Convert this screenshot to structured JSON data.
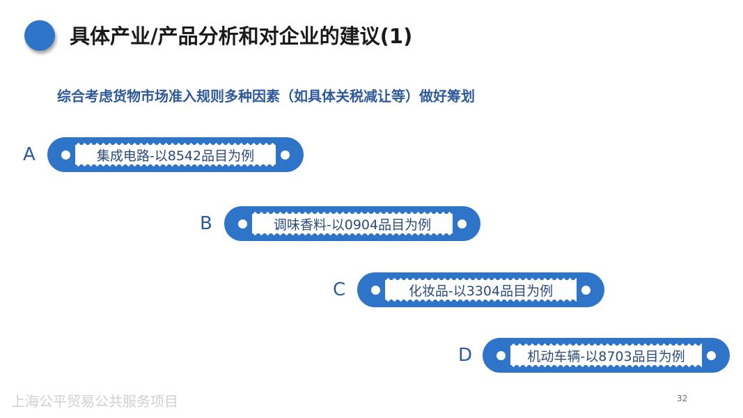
{
  "title": "具体产业/产品分析和对企业的建议(1)",
  "subtitle": "综合考虑货物市场准入规则多种因素（如具体关税减让等）做好筹划",
  "items": [
    {
      "letter": "A",
      "label": "集成电路-以8542品目为例"
    },
    {
      "letter": "B",
      "label": "调味香料-以0904品目为例"
    },
    {
      "letter": "C",
      "label": "化妆品-以3304品目为例"
    },
    {
      "letter": "D",
      "label": "机动车辆-以8703品目为例"
    }
  ],
  "footer": "上海公平贸易公共服务项目",
  "page_number": "32",
  "colors": {
    "accent": "#2e74c9",
    "text": "#2d5a9a"
  }
}
